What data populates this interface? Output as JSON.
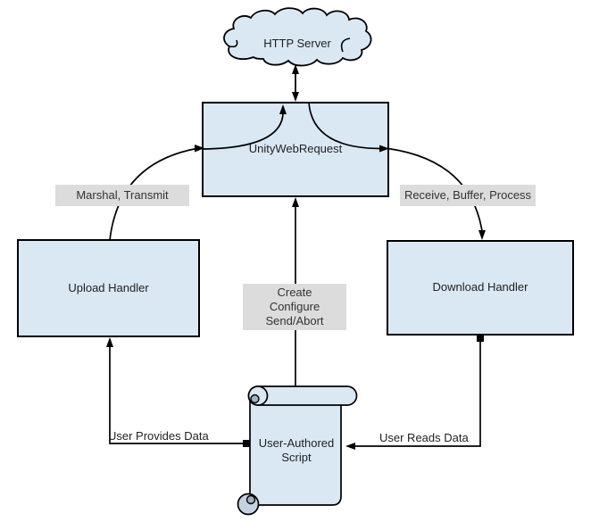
{
  "diagram": {
    "nodes": {
      "http_server": {
        "label": "HTTP Server",
        "shape": "cloud"
      },
      "unity_web_request": {
        "label": "UnityWebRequest",
        "shape": "rect"
      },
      "upload_handler": {
        "label": "Upload Handler",
        "shape": "rect"
      },
      "download_handler": {
        "label": "Download Handler",
        "shape": "rect"
      },
      "user_authored_script": {
        "label_line1": "User-Authored",
        "label_line2": "Script",
        "shape": "vertical-scroll"
      }
    },
    "edges": {
      "http_link": {
        "from": "unity_web_request",
        "to": "http_server",
        "bidirectional": true
      },
      "marshal_transmit": {
        "label": "Marshal, Transmit",
        "from": "upload_handler",
        "to": "unity_web_request"
      },
      "receive_buffer_process": {
        "label": "Receive, Buffer, Process",
        "from": "unity_web_request",
        "to": "download_handler"
      },
      "create_configure_send": {
        "label_line1": "Create",
        "label_line2": "Configure",
        "label_line3": "Send/Abort",
        "from": "user_authored_script",
        "to": "unity_web_request"
      },
      "user_provides_data": {
        "label": "User Provides Data",
        "from": "user_authored_script",
        "to": "upload_handler"
      },
      "user_reads_data": {
        "label": "User Reads Data",
        "from": "download_handler",
        "to": "user_authored_script"
      }
    },
    "colors": {
      "shape_fill": "#dae8f4",
      "shape_stroke": "#000000",
      "curl_fill": "#a2b2c0",
      "edge_label_bg": "#dcdcdc",
      "connector": "#000000",
      "background": "#ffffff"
    }
  }
}
